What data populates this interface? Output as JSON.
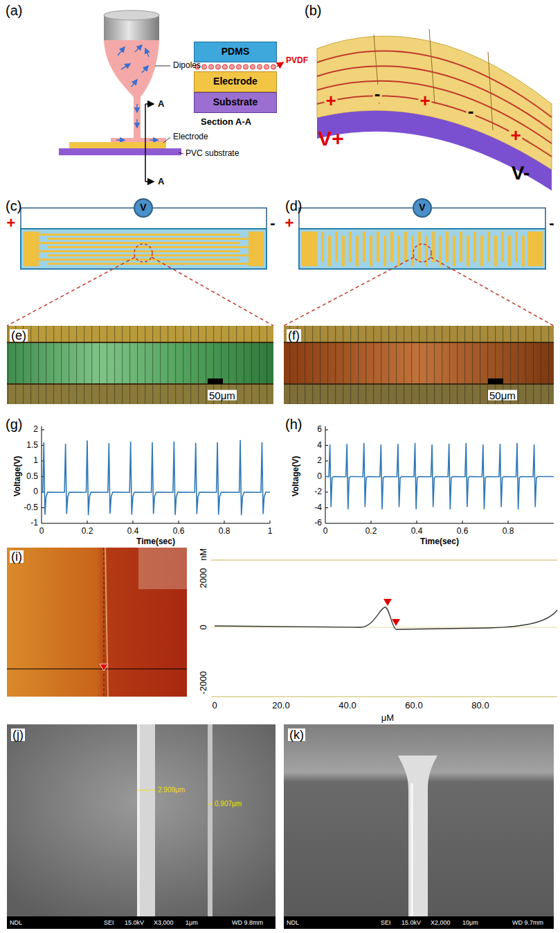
{
  "diagram": {
    "nodes": [
      {
        "text": [
          "PDMS"
        ]
      },
      {
        "text": [
          "Electrode"
        ]
      },
      {
        "text": [
          "Substrate"
        ]
      },
      {
        "text": [
          "V"
        ]
      },
      {
        "text": [
          "V"
        ]
      }
    ],
    "labels": [
      "(a)",
      "Dipoles",
      "A",
      "A",
      "Electrode",
      "PVC substrate",
      "PVDF",
      "Section A-A",
      "(b)",
      "+",
      "-",
      "+",
      "-",
      "+",
      "V+",
      "V-",
      "(c)",
      "+",
      "-",
      "(d)",
      "+",
      "-",
      "(e)",
      "50μm",
      "(f)",
      "50μm",
      "(g)",
      "Voltage(V)",
      "2",
      "1.5",
      "1",
      "0.5",
      "0",
      "-0.5",
      "-1",
      "0",
      "0.2",
      "0.4",
      "0.6",
      "0.8",
      "1",
      "Time(sec)",
      "(h)",
      "Voltage(V)",
      "6",
      "4",
      "2",
      "0",
      "-2",
      "-4",
      "-6",
      "0",
      "0.2",
      "0.4",
      "0.6",
      "0.8",
      "Time(sec)",
      "(i)",
      "nM",
      "2000",
      "0",
      "-2000",
      "0",
      "20.0",
      "40.0",
      "60.0",
      "80.0",
      "μM",
      "(j)",
      "2.909μm",
      "0.907μm",
      "NDL",
      "SEI",
      "15.0kV",
      "X3,000",
      "1μm",
      "WD 9.8mm",
      "(k)",
      "NDL",
      "SEI",
      "15.0kV",
      "X2,000",
      "10μm",
      "WD 9.7mm"
    ]
  }
}
